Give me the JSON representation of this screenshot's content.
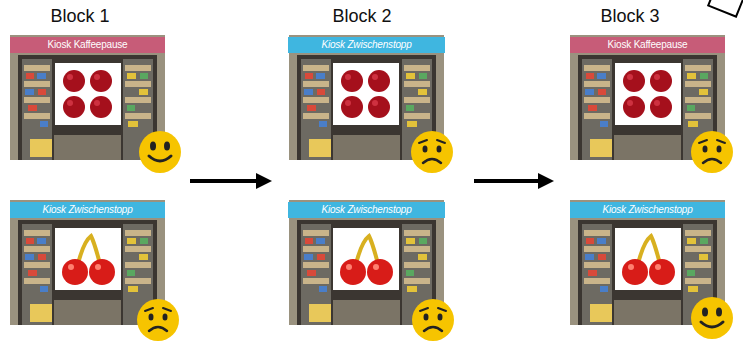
{
  "diagram": {
    "nodes": [
      {
        "text": [
          "Kiosk Kaffeepause"
        ]
      },
      {
        "text": [
          "Kiosk Zwischenstopp"
        ]
      },
      {
        "text": [
          "Kiosk Zwischenstopp"
        ]
      },
      {
        "text": [
          "Kiosk Zwischenstopp"
        ]
      },
      {
        "text": [
          "Kiosk Kaffeepause"
        ]
      },
      {
        "text": [
          "Kiosk Zwischenstopp"
        ]
      }
    ],
    "labels": [
      "Block 1",
      "Block 2",
      "Block 3"
    ]
  }
}
